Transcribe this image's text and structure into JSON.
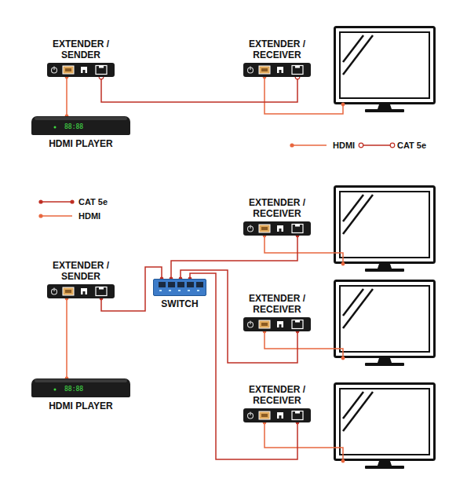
{
  "diagram": {
    "nodes": [
      {
        "text": [
          "EXTENDER / SENDER"
        ]
      },
      {
        "text": [
          "88:88",
          "HDMI PLAYER"
        ]
      },
      {
        "text": [
          "EXTENDER / RECEIVER"
        ]
      },
      {
        "text": [
          "EXTENDER / RECEIVER"
        ]
      },
      {
        "text": [
          "EXTENDER / SENDER"
        ]
      },
      {
        "text": [
          "SWITCH"
        ]
      },
      {
        "text": [
          "EXTENDER / RECEIVER"
        ]
      },
      {
        "text": [
          "88:88",
          "HDMI PLAYER"
        ]
      },
      {
        "text": [
          "EXTENDER / RECEIVER"
        ]
      }
    ],
    "edges": [
      {
        "from": 1,
        "to": 0,
        "arrow": "none"
      },
      {
        "from": 0,
        "to": 2,
        "arrow": "none"
      },
      {
        "from": 7,
        "to": 4,
        "arrow": "none"
      },
      {
        "from": 4,
        "to": 5,
        "arrow": "none"
      },
      {
        "from": 5,
        "to": 3,
        "arrow": "none"
      },
      {
        "from": 5,
        "to": 6,
        "arrow": "none"
      },
      {
        "from": 5,
        "to": 8,
        "arrow": "none"
      }
    ],
    "legend": [
      {
        "text": "HDMI"
      },
      {
        "text": "CAT 5e"
      },
      {
        "text": "CAT 5e"
      },
      {
        "text": "HDMI"
      }
    ]
  }
}
